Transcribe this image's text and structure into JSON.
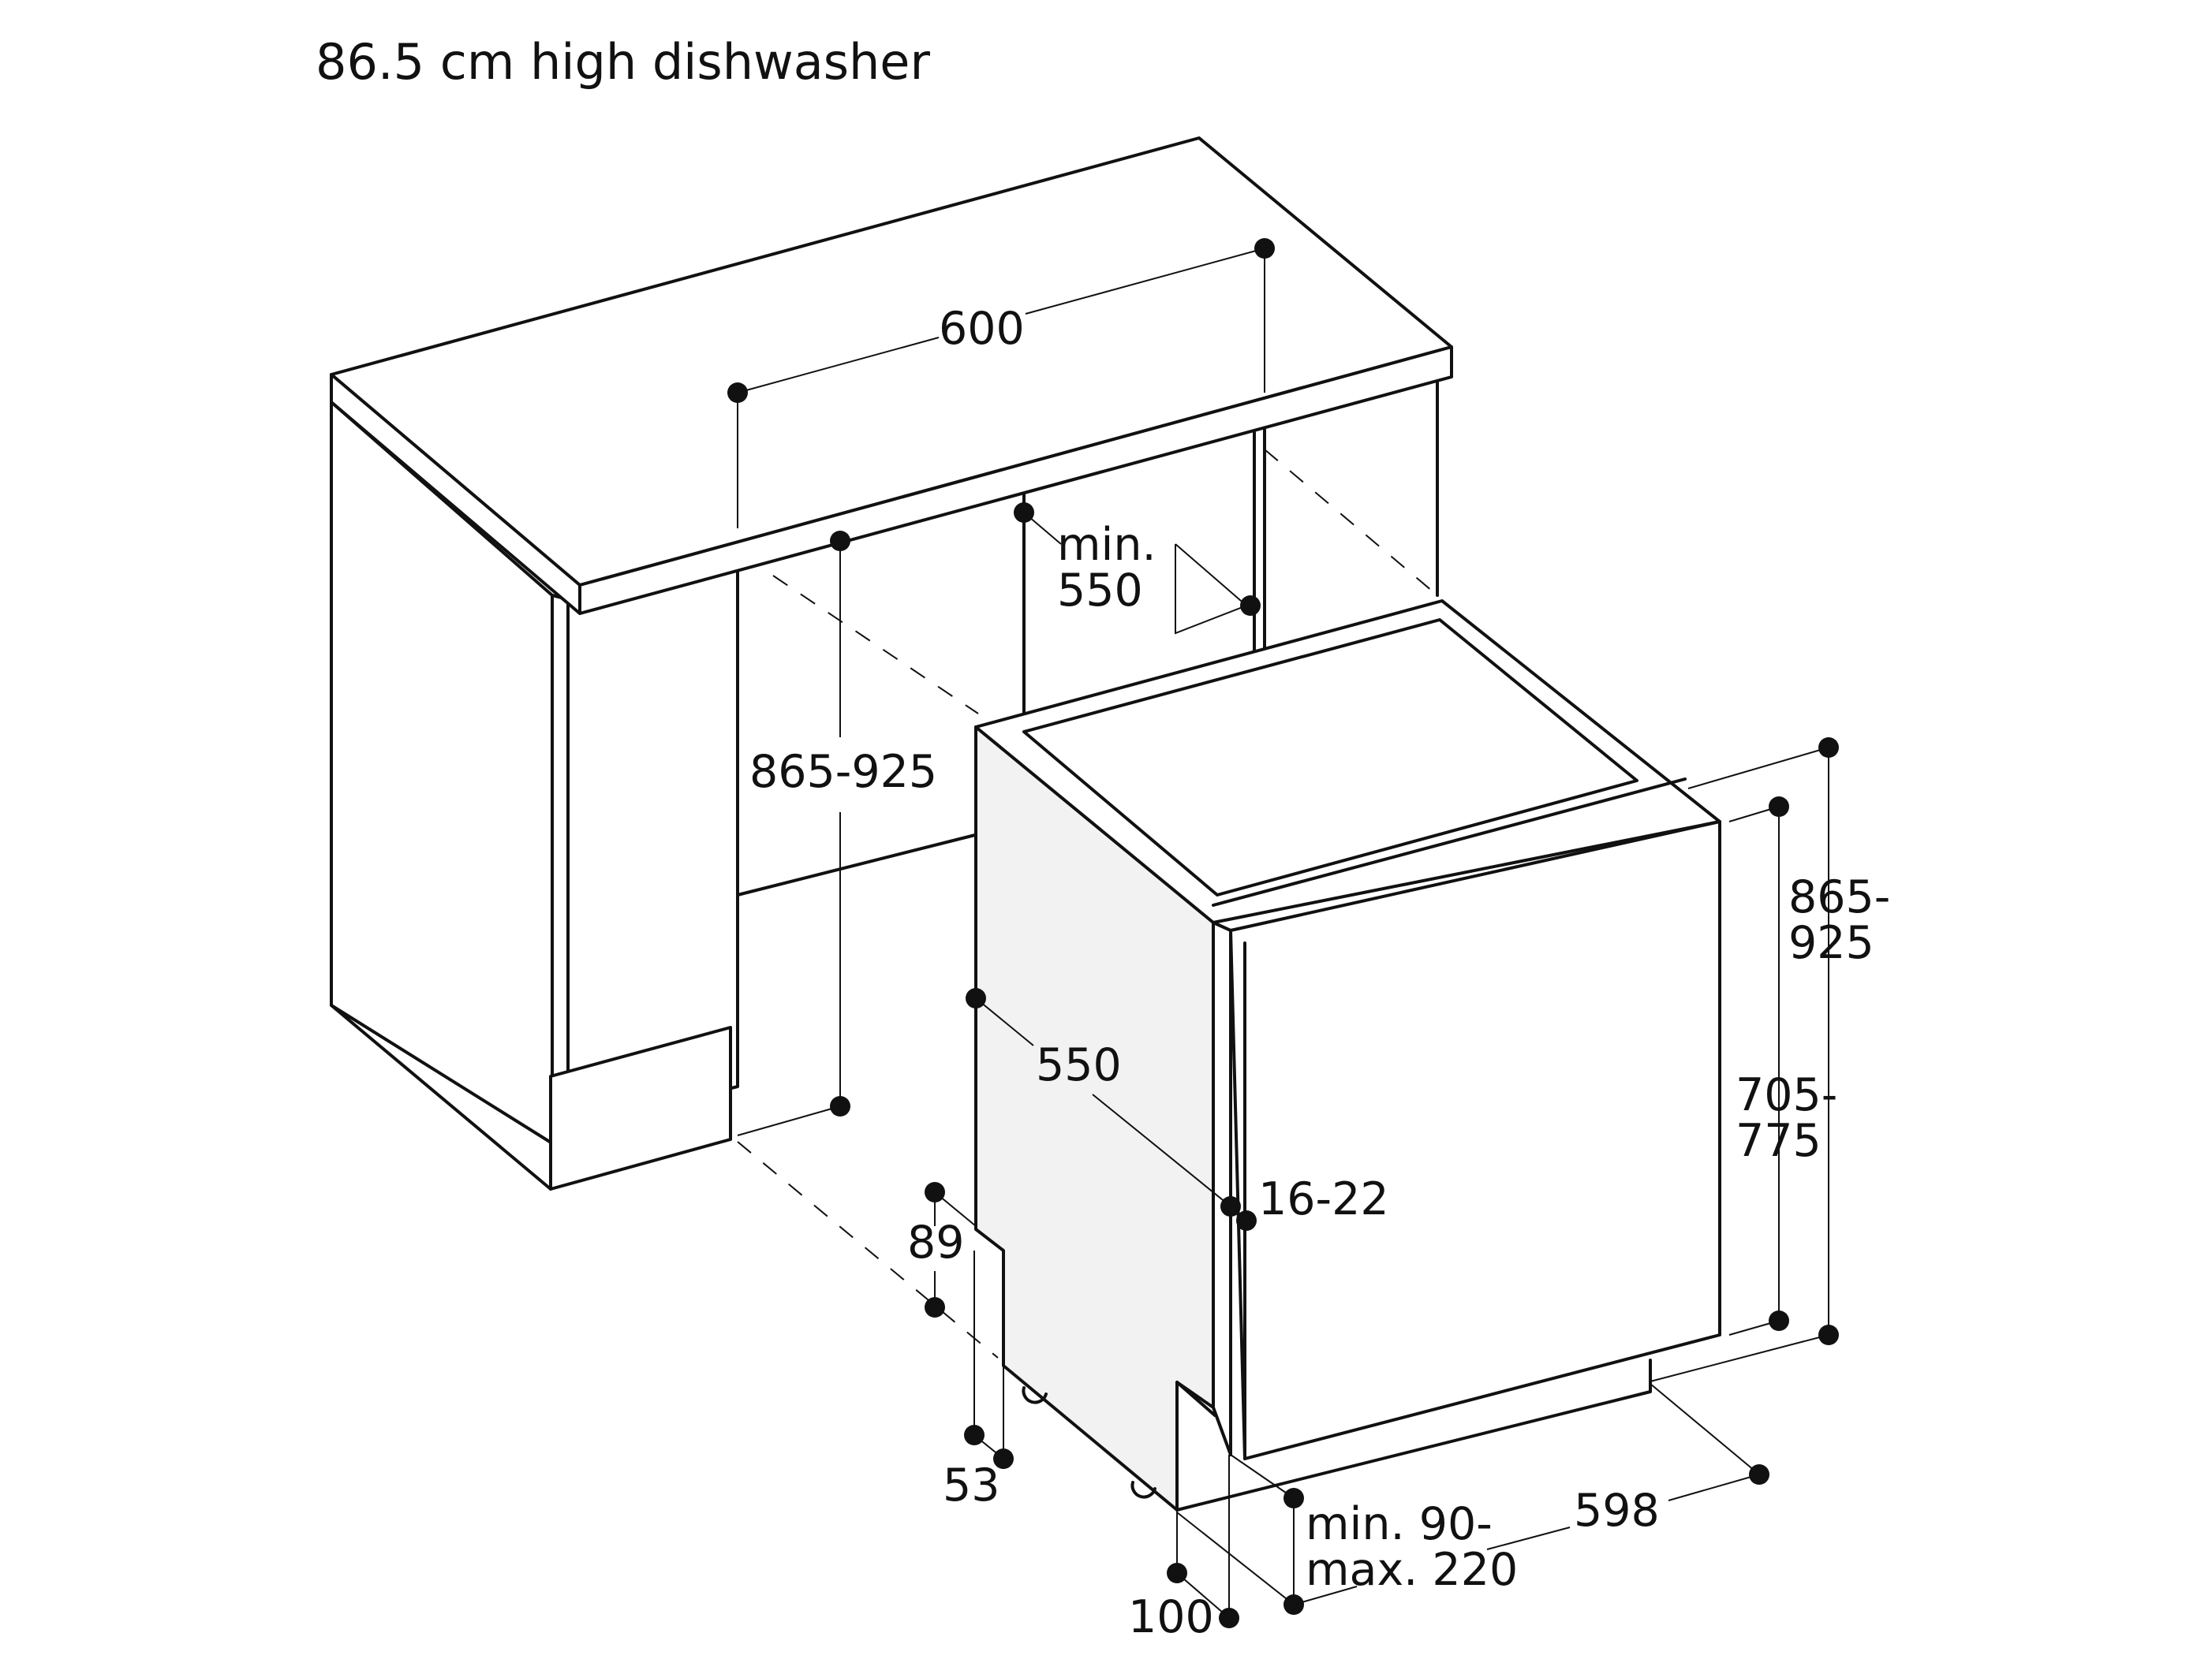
{
  "title": "86.5 cm high dishwasher",
  "dimensions": {
    "niche_width": "600",
    "niche_depth_min_1": "min.",
    "niche_depth_min_2": "550",
    "niche_height": "865-925",
    "appliance_depth": "550",
    "door_thickness": "16-22",
    "total_height_1": "865-",
    "total_height_2": "925",
    "appliance_height_1": "705-",
    "appliance_height_2": "775",
    "foot_height": "89",
    "foot_offset": "53",
    "plinth_1": "min. 90-",
    "plinth_2": "max. 220",
    "plinth_depth": "100",
    "appliance_width": "598"
  },
  "colors": {
    "line": "#111111",
    "side_panel": "#f2f2f2",
    "background": "#ffffff"
  }
}
